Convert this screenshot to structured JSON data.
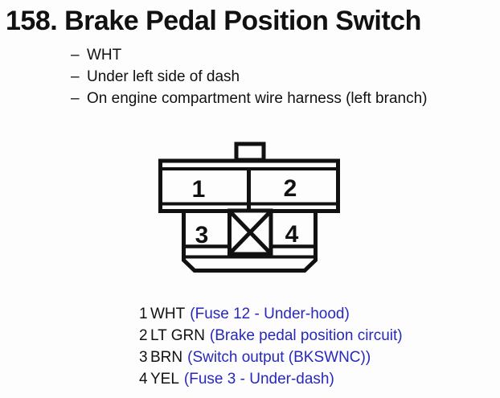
{
  "page": {
    "title": "158. Brake Pedal Position Switch",
    "background_color": "#fdfdfd",
    "text_color": "#111111",
    "circuit_link_color": "#2828bb"
  },
  "notes": {
    "bullet_char": "–",
    "items": [
      "WHT",
      "Under left side of dash",
      "On engine compartment wire harness (left branch)"
    ]
  },
  "connector": {
    "description": "4-cavity connector, front view, one blocked cavity marked with X",
    "cavities": {
      "c1": "1",
      "c2": "2",
      "c3": "3",
      "c4": "4"
    }
  },
  "pins": [
    {
      "num": "1",
      "wire_color": "WHT",
      "desc": "(Fuse 12 - Under-hood)"
    },
    {
      "num": "2",
      "wire_color": "LT GRN",
      "desc": "(Brake pedal position circuit)"
    },
    {
      "num": "3",
      "wire_color": "BRN",
      "desc": "(Switch output (BKSWNC))"
    },
    {
      "num": "4",
      "wire_color": "YEL",
      "desc": "(Fuse 3 - Under-dash)"
    }
  ]
}
